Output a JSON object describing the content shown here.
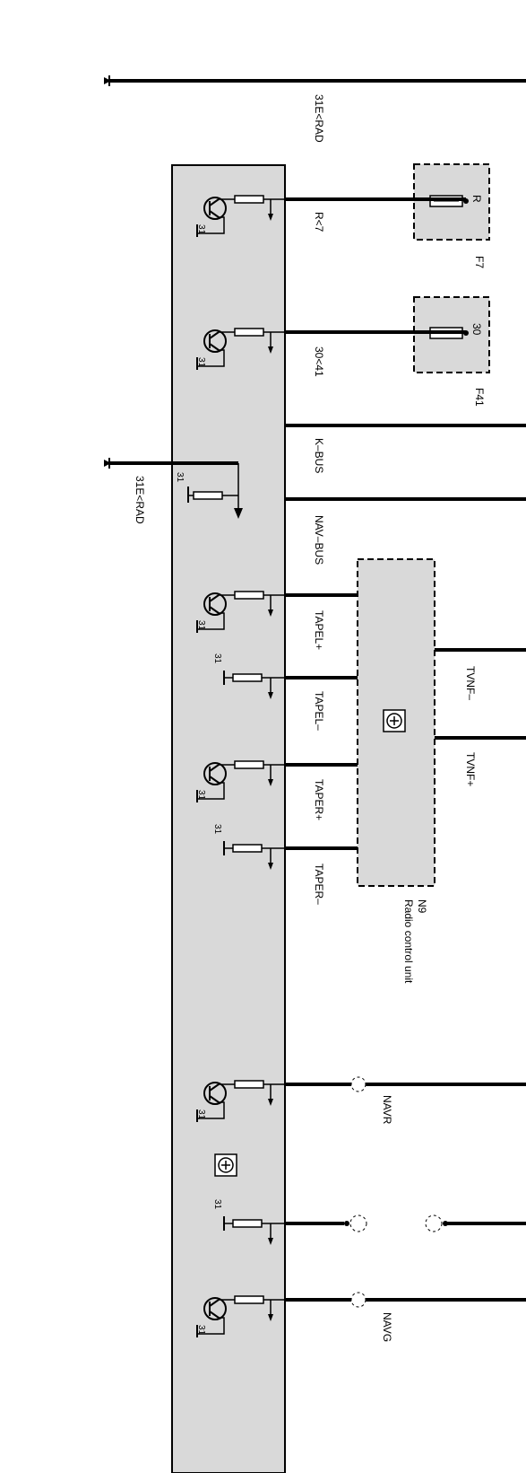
{
  "ground_bus_top_label": "31E<RAD",
  "ground_bus_mid_label": "31E<RAD",
  "pin_labels": [
    "R<7",
    "30<41",
    "K–BUS",
    "NAV–BUS",
    "TAPEL+",
    "TAPEL–",
    "TAPER+",
    "TAPER–"
  ],
  "lower_labels": [
    "NAVR",
    "NAVG"
  ],
  "fuse_f7": {
    "name": "F7",
    "terminal": "R"
  },
  "fuse_f41": {
    "name": "F41",
    "terminal": "30"
  },
  "radio_unit": {
    "id": "N9",
    "name": "Radio control unit"
  },
  "radio_outputs": [
    "TVNF–",
    "TVNF+"
  ],
  "ground_label": "31"
}
